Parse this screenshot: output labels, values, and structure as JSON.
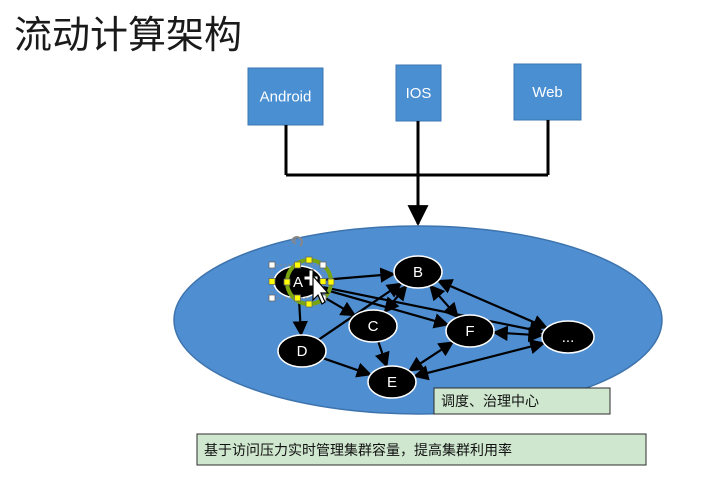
{
  "title": "流动计算架构",
  "clients": [
    {
      "id": "android",
      "label": "Android"
    },
    {
      "id": "ios",
      "label": "IOS"
    },
    {
      "id": "web",
      "label": "Web"
    }
  ],
  "nodes": [
    {
      "id": "a",
      "label": "A"
    },
    {
      "id": "b",
      "label": "B"
    },
    {
      "id": "c",
      "label": "C"
    },
    {
      "id": "d",
      "label": "D"
    },
    {
      "id": "e",
      "label": "E"
    },
    {
      "id": "f",
      "label": "F"
    },
    {
      "id": "more",
      "label": "..."
    }
  ],
  "edges": [
    {
      "from": "a",
      "to": "b",
      "bidirectional": false
    },
    {
      "from": "a",
      "to": "f",
      "bidirectional": false
    },
    {
      "from": "a",
      "to": "c",
      "bidirectional": false
    },
    {
      "from": "a",
      "to": "d",
      "bidirectional": false
    },
    {
      "from": "a",
      "to": "more",
      "bidirectional": false
    },
    {
      "from": "c",
      "to": "b",
      "bidirectional": true
    },
    {
      "from": "b",
      "to": "f",
      "bidirectional": true
    },
    {
      "from": "b",
      "to": "more",
      "bidirectional": true
    },
    {
      "from": "d",
      "to": "b",
      "bidirectional": false
    },
    {
      "from": "d",
      "to": "e",
      "bidirectional": false
    },
    {
      "from": "c",
      "to": "e",
      "bidirectional": false
    },
    {
      "from": "f",
      "to": "e",
      "bidirectional": true
    },
    {
      "from": "f",
      "to": "more",
      "bidirectional": true
    },
    {
      "from": "e",
      "to": "more",
      "bidirectional": true
    }
  ],
  "notes": {
    "center": "调度、治理中心",
    "summary": "基于访问压力实时管理集群容量，提高集群利用率"
  },
  "colors": {
    "client_fill": "#4a8fd1",
    "client_stroke": "#3b77b3",
    "cluster_fill": "#4f8ed1",
    "cluster_stroke": "#3e74ad",
    "node_fill": "#000000",
    "node_stroke": "#ffffff",
    "edge": "#000000",
    "note_fill": "#cfe7cf",
    "note_stroke": "#2c2c2c",
    "selection_ring": "#7aa312",
    "selection_handle": "#ffff00",
    "selected_label": "#ffff66"
  },
  "icons": {
    "rotate_handle": "rotate-handle-icon",
    "move_cursor": "move-cursor-icon"
  }
}
